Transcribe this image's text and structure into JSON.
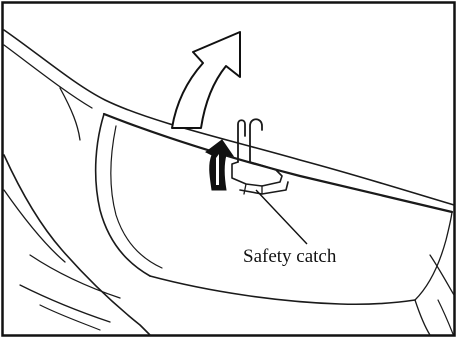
{
  "figure": {
    "callout": {
      "label": "Safety catch"
    },
    "icons": {
      "lift_arrow": "large-outline-up-arrow",
      "push_arrow": "small-solid-up-arrow"
    },
    "colors": {
      "line": "#1a1a1a",
      "background": "#ffffff"
    }
  }
}
